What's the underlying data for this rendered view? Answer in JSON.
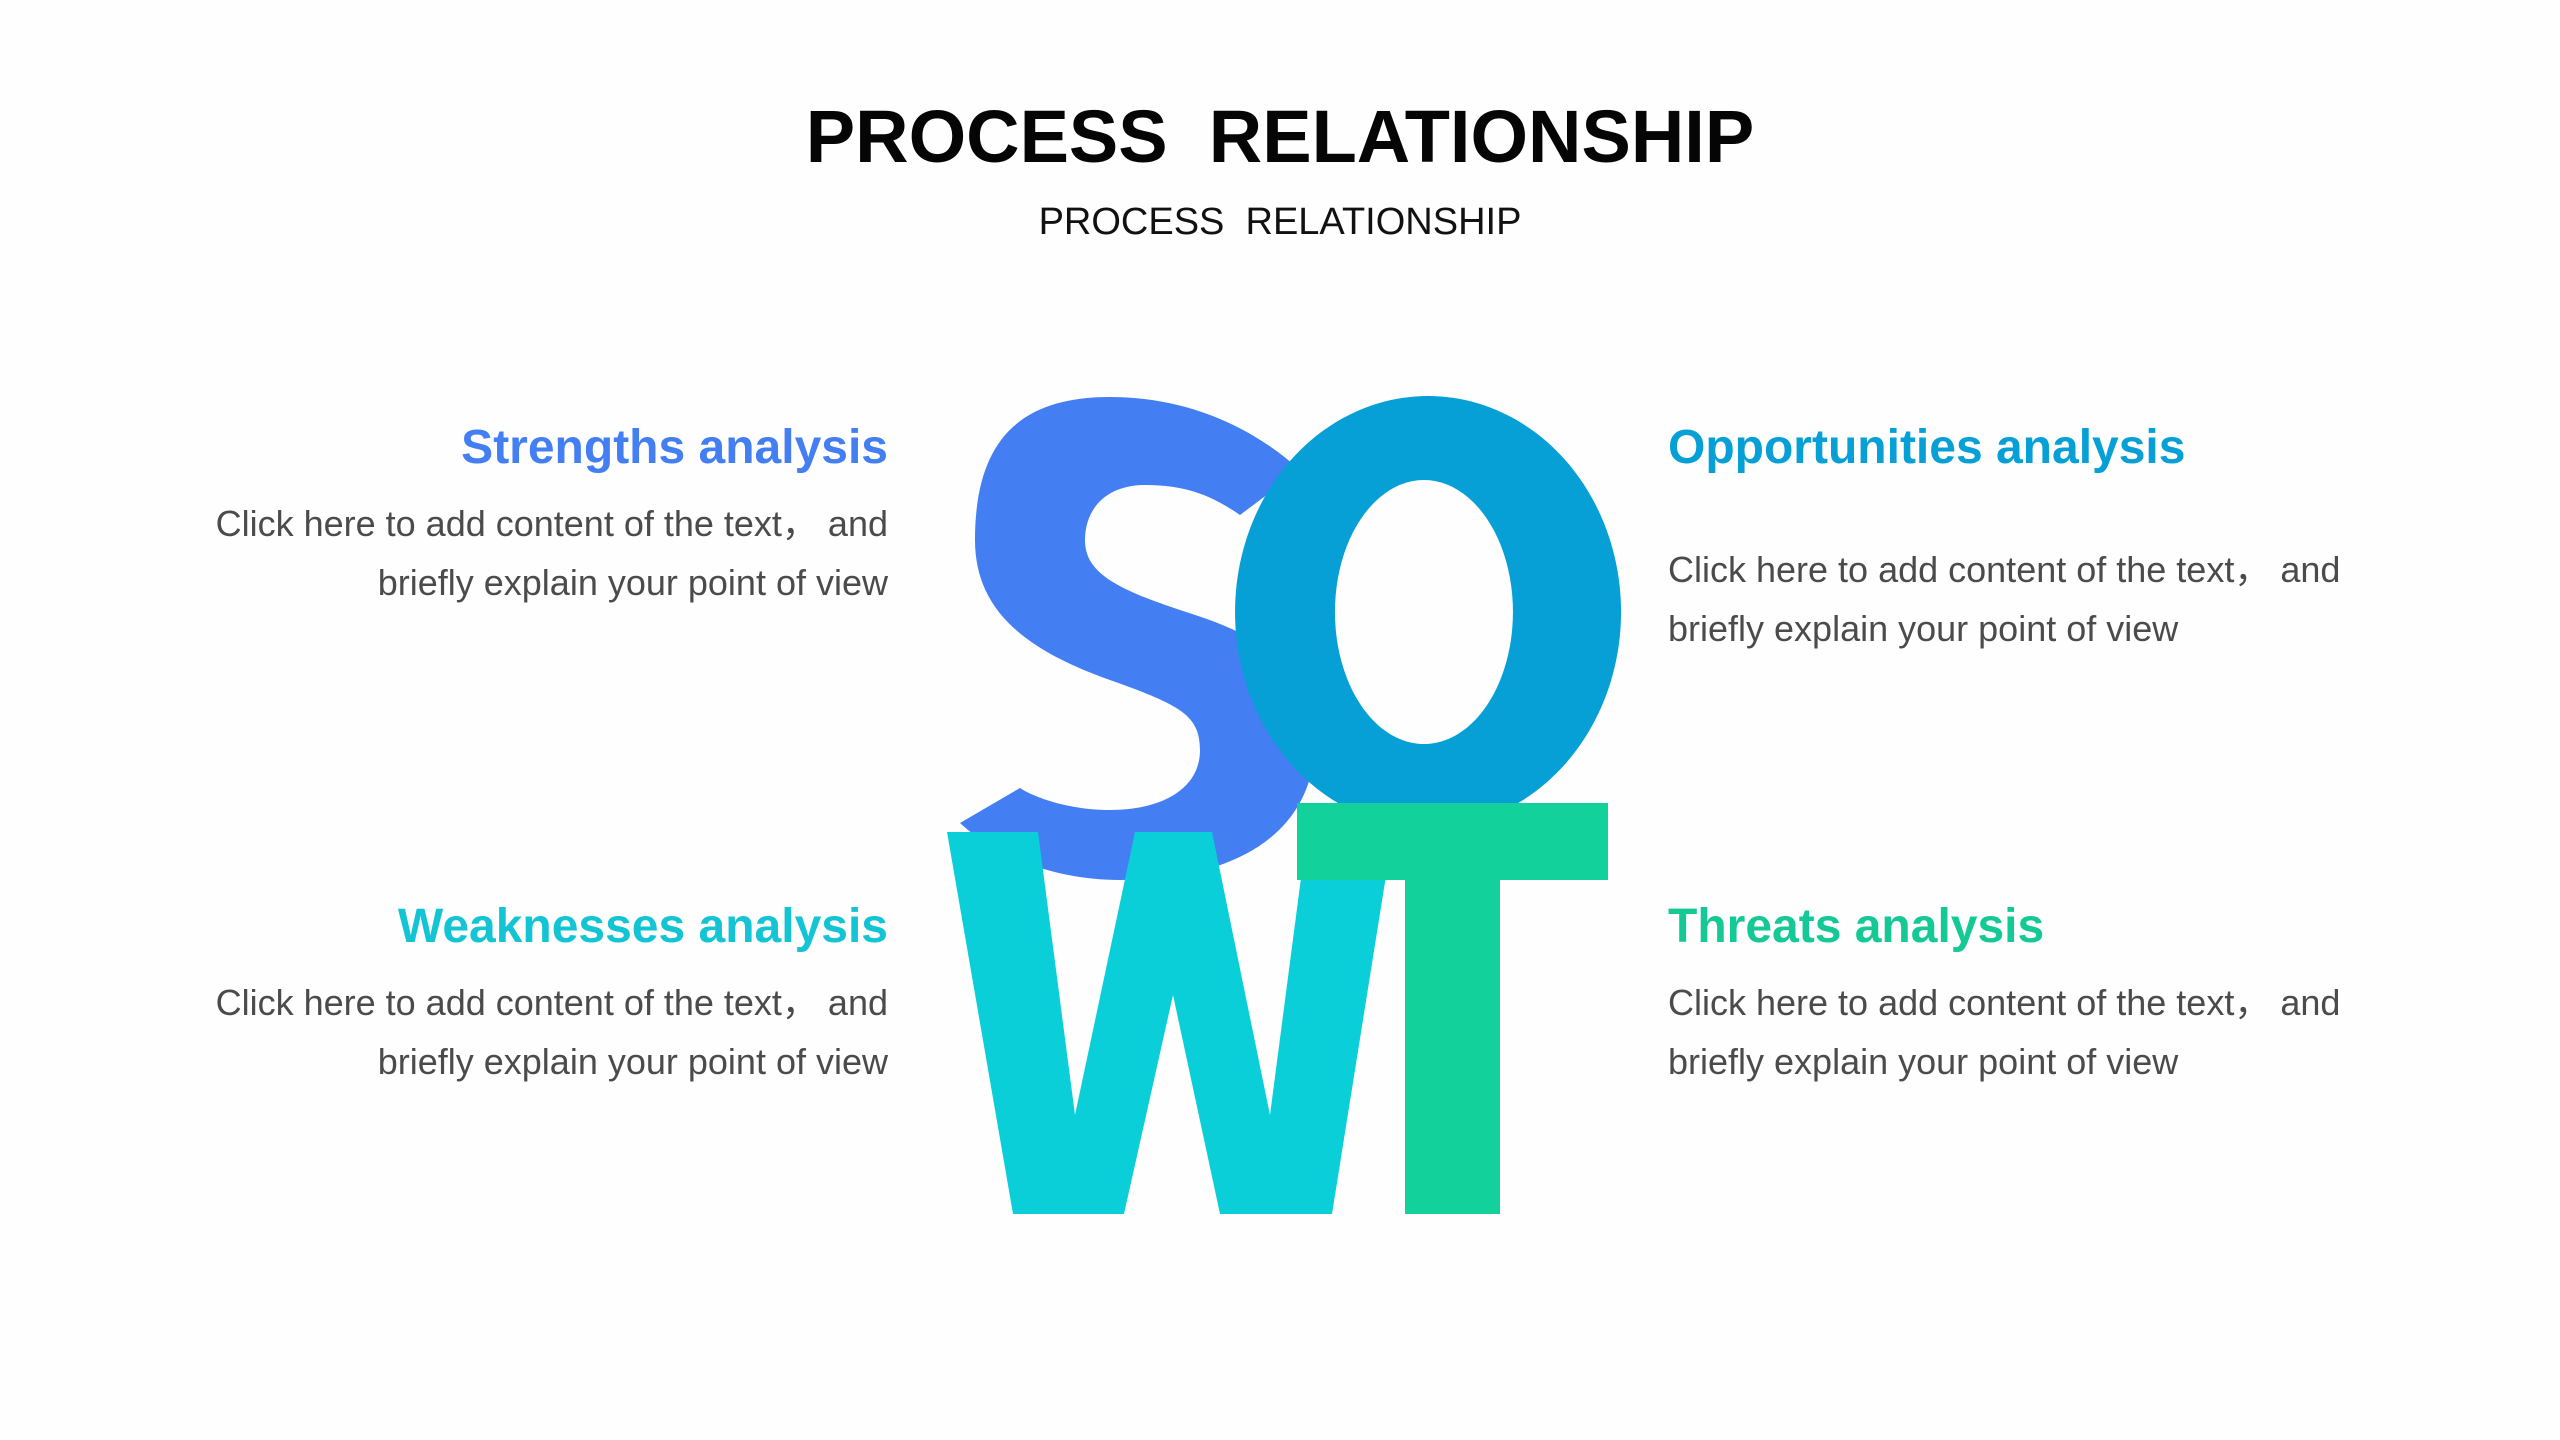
{
  "header": {
    "title": "PROCESS  RELATIONSHIP",
    "subtitle": "PROCESS  RELATIONSHIP"
  },
  "swot_graphic": {
    "letters": [
      {
        "letter": "S",
        "color": "#437ef2"
      },
      {
        "letter": "O",
        "color": "#069fd6"
      },
      {
        "letter": "W",
        "color": "#0bcfd8"
      },
      {
        "letter": "T",
        "color": "#12d19a"
      }
    ]
  },
  "quadrants": {
    "strengths": {
      "heading": "Strengths analysis",
      "color": "#437ef2",
      "line1": "Click here to add content of the text， and",
      "line2": "briefly explain your point of view"
    },
    "opportunities": {
      "heading": "Opportunities analysis",
      "color": "#069fd6",
      "line1": "Click here to add content of the text， and",
      "line2": "briefly explain your point of view"
    },
    "weaknesses": {
      "heading": "Weaknesses analysis",
      "color": "#13c5d4",
      "line1": "Click here to add content of the text， and",
      "line2": "briefly explain your point of view"
    },
    "threats": {
      "heading": "Threats analysis",
      "color": "#14c995",
      "line1": "Click here to add content of the text， and",
      "line2": "briefly explain your point of view"
    }
  }
}
